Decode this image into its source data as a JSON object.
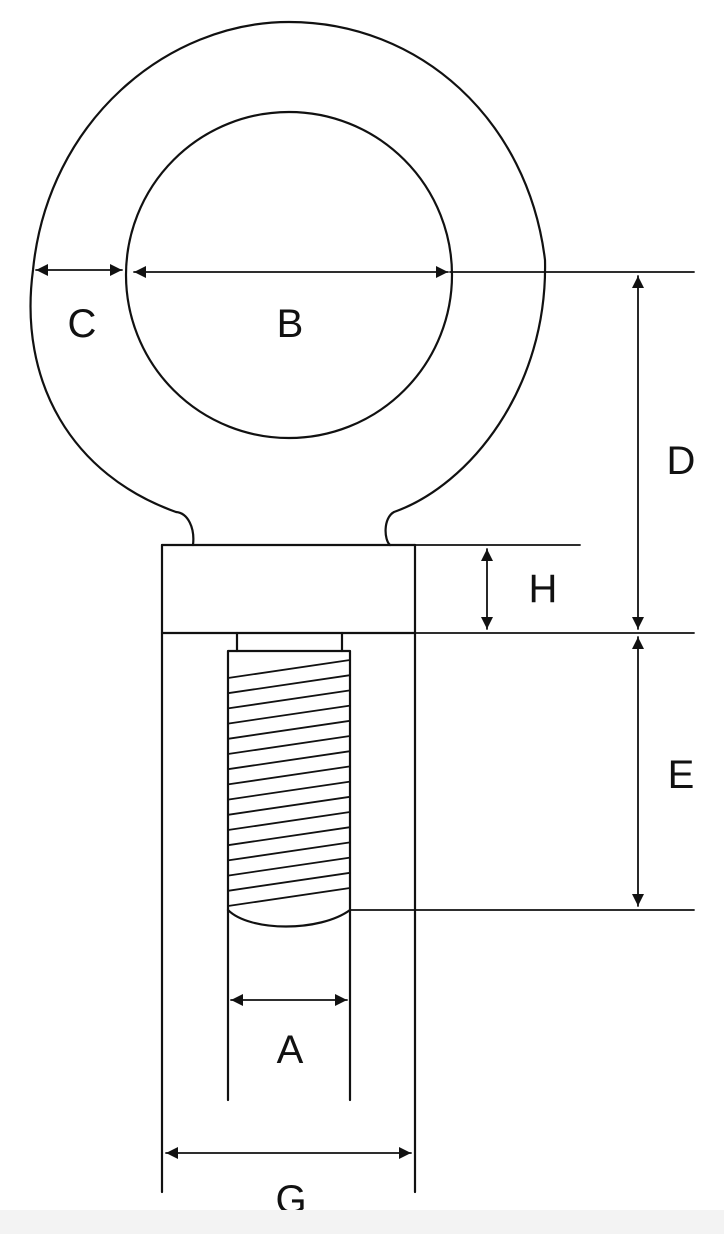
{
  "diagram": {
    "labels": {
      "A": "A",
      "B": "B",
      "C": "C",
      "D": "D",
      "E": "E",
      "G": "G",
      "H": "H"
    }
  },
  "colors": {
    "line": "#111111",
    "background": "#ffffff"
  }
}
